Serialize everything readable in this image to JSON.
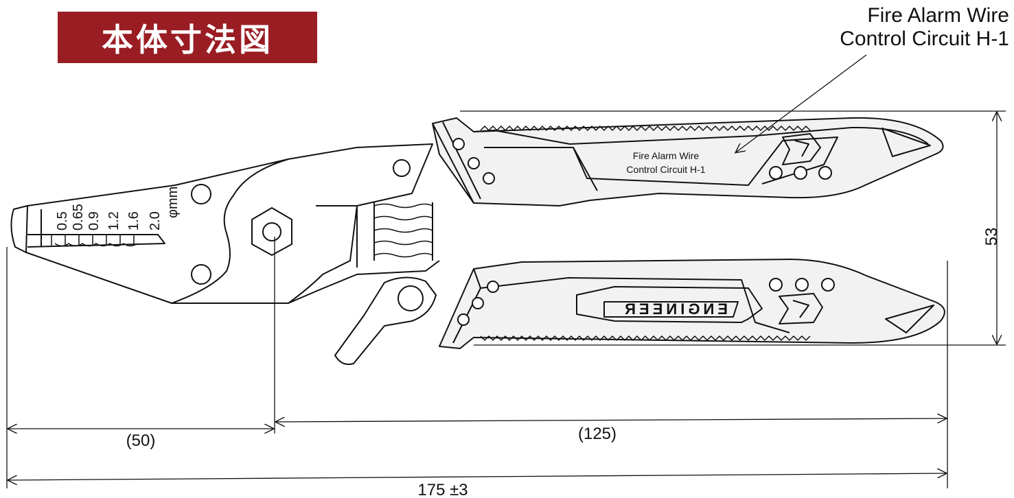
{
  "title": "本体寸法図",
  "product_label": {
    "line1": "Fire Alarm Wire",
    "line2": "Control Circuit H-1"
  },
  "handle_label": {
    "line1": "Fire Alarm Wire",
    "line2": "Control Circuit H-1"
  },
  "brand": "ENGINEER",
  "wire_gauges": {
    "sizes": [
      "0.5",
      "0.65",
      "0.9",
      "1.2",
      "1.6",
      "2.0"
    ],
    "unit": "φmm"
  },
  "dimensions": {
    "front": "(50)",
    "rear": "(125)",
    "total": "175 ±3",
    "height": "53"
  },
  "colors": {
    "title_background": "#9a1d24",
    "title_text": "#ffffff",
    "line": "#111111"
  }
}
